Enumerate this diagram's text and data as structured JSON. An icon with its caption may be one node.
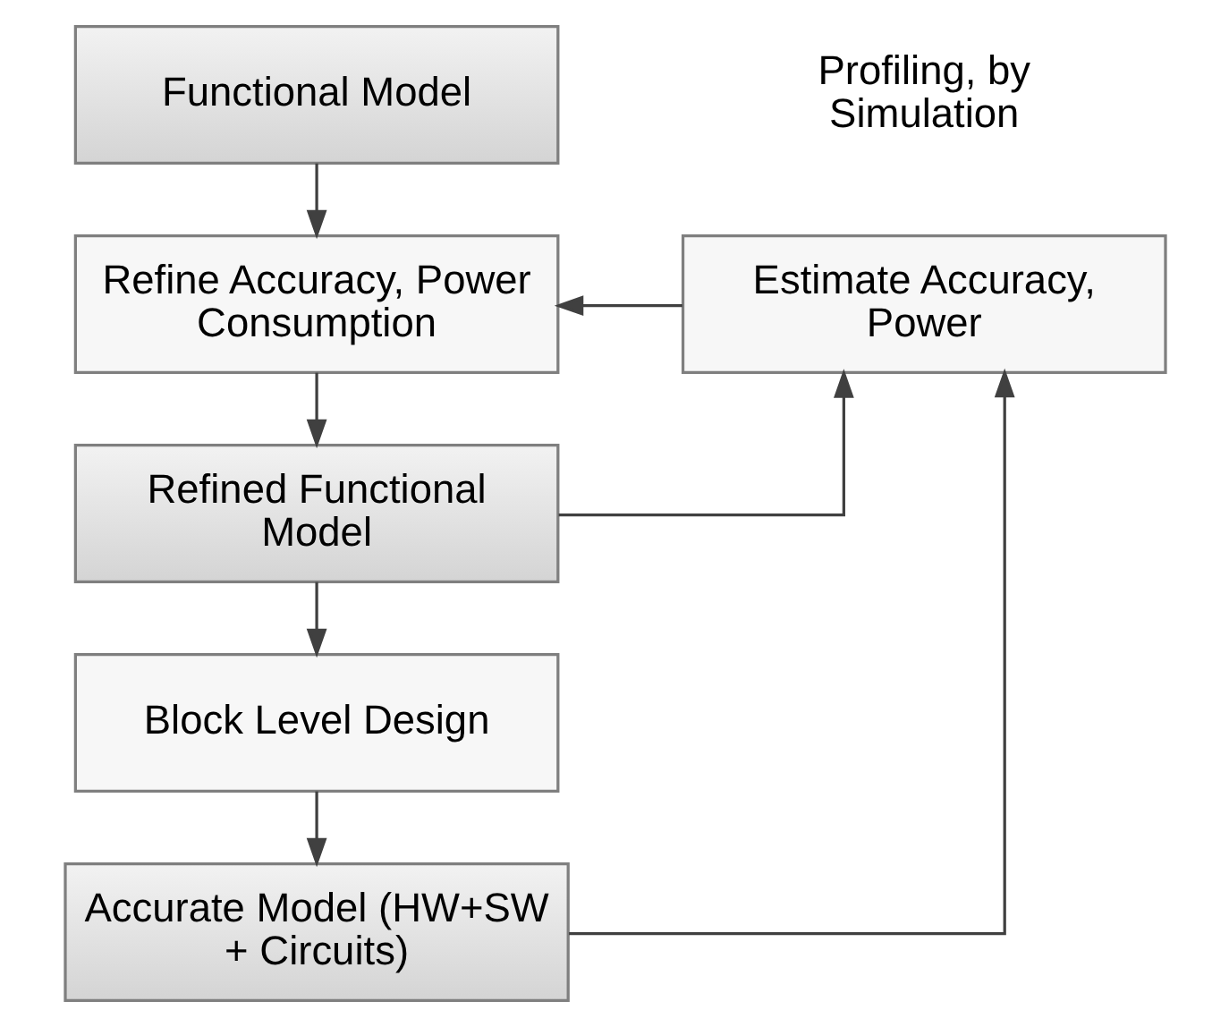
{
  "diagram": {
    "nodes": [
      {
        "text": [
          "Functional Model"
        ]
      },
      {
        "text": [
          "Refine Accuracy, Power Consumption"
        ]
      },
      {
        "text": [
          "Estimate Accuracy, Power"
        ]
      },
      {
        "text": [
          "Refined Functional Model"
        ]
      },
      {
        "text": [
          "Block Level Design"
        ]
      },
      {
        "text": [
          "Accurate Model (HW+SW + Circuits)"
        ]
      }
    ],
    "edges": [
      {
        "from": 0,
        "to": 1,
        "arrow": "to"
      },
      {
        "from": 2,
        "to": 1,
        "arrow": "to"
      },
      {
        "from": 1,
        "to": 3,
        "arrow": "to"
      },
      {
        "from": 3,
        "to": 2,
        "arrow": "to"
      },
      {
        "from": 3,
        "to": 4,
        "arrow": "to"
      },
      {
        "from": 4,
        "to": 5,
        "arrow": "to"
      },
      {
        "from": 5,
        "to": 2,
        "arrow": "to"
      }
    ],
    "labels": [
      "Profiling, by Simulation"
    ]
  }
}
